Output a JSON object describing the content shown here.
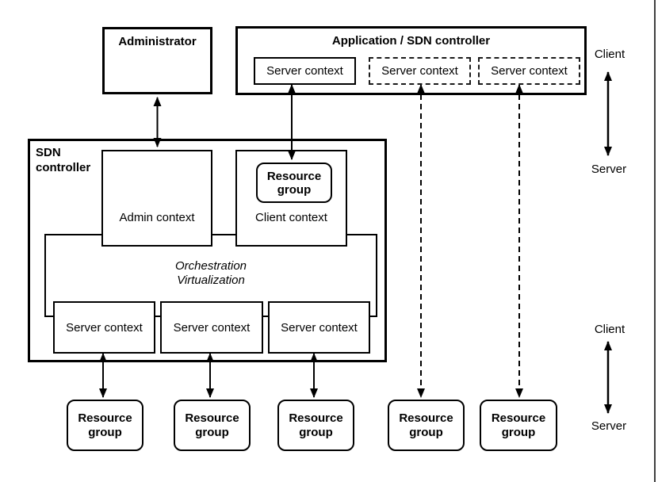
{
  "diagram": {
    "administrator_label": "Administrator",
    "application_box": {
      "title": "Application / SDN controller",
      "server_contexts": [
        {
          "label": "Server context",
          "style": "solid"
        },
        {
          "label": "Server context",
          "style": "dashed"
        },
        {
          "label": "Server context",
          "style": "dashed"
        }
      ]
    },
    "sdn_box": {
      "title": "SDN controller",
      "admin_context_label": "Admin context",
      "client_context_label": "Client context",
      "client_resource_group_label": "Resource group",
      "orchestration_line1": "Orchestration",
      "orchestration_line2": "Virtualization",
      "server_contexts": [
        {
          "label": "Server context"
        },
        {
          "label": "Server context"
        },
        {
          "label": "Server context"
        }
      ]
    },
    "resource_groups": [
      {
        "label": "Resource group"
      },
      {
        "label": "Resource group"
      },
      {
        "label": "Resource group"
      },
      {
        "label": "Resource group"
      },
      {
        "label": "Resource group"
      }
    ],
    "side_labels": {
      "top_client": "Client",
      "top_server": "Server",
      "bottom_client": "Client",
      "bottom_server": "Server"
    },
    "colors": {
      "line": "#000000",
      "background": "#ffffff",
      "page_rule": "#3f3f3f"
    }
  }
}
